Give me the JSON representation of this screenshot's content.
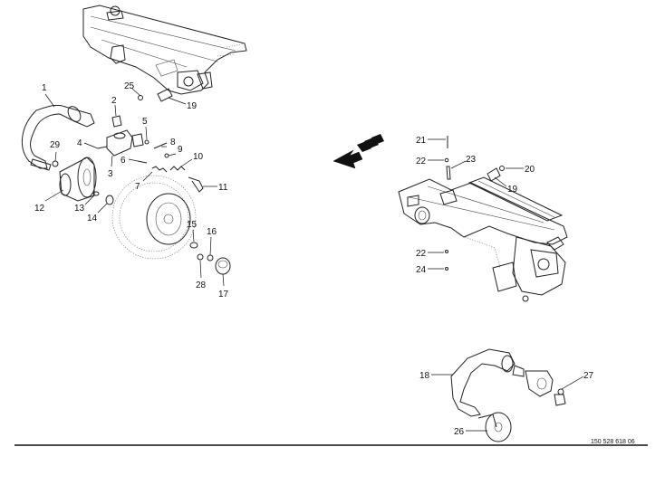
{
  "callouts": {
    "c1": "1",
    "c2": "2",
    "c3": "3",
    "c4": "4",
    "c5": "5",
    "c6": "6",
    "c7": "7",
    "c8": "8",
    "c9": "9",
    "c10": "10",
    "c11": "11",
    "c12": "12",
    "c13": "13",
    "c14": "14",
    "c15": "15",
    "c16": "16",
    "c17": "17",
    "c18": "18",
    "c19a": "19",
    "c19b": "19",
    "c20": "20",
    "c21": "21",
    "c22a": "22",
    "c22b": "22",
    "c23": "23",
    "c24": "24",
    "c25": "25",
    "c26": "26",
    "c27": "27",
    "c28": "28",
    "c29": "29"
  },
  "drawing_ref": "150 528 618 06"
}
